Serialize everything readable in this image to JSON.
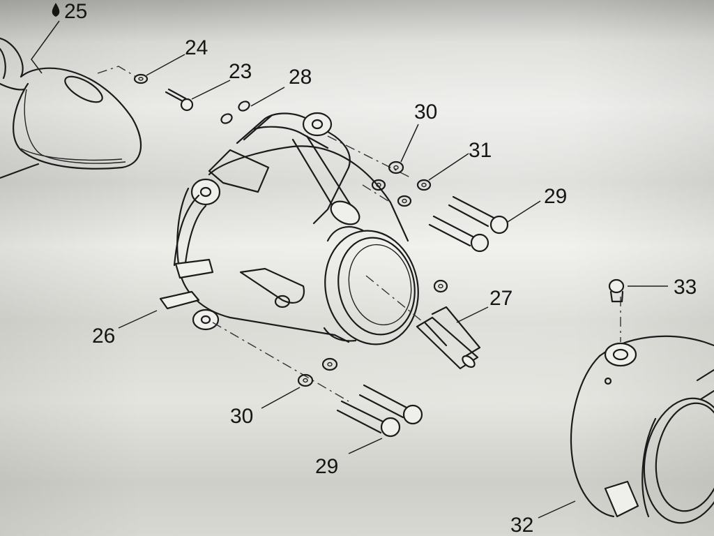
{
  "callouts": {
    "c25": "25",
    "c24": "24",
    "c23": "23",
    "c28": "28",
    "c30a": "30",
    "c31": "31",
    "c29a": "29",
    "c27": "27",
    "c33": "33",
    "c26": "26",
    "c30b": "30",
    "c29b": "29",
    "c32": "32"
  }
}
